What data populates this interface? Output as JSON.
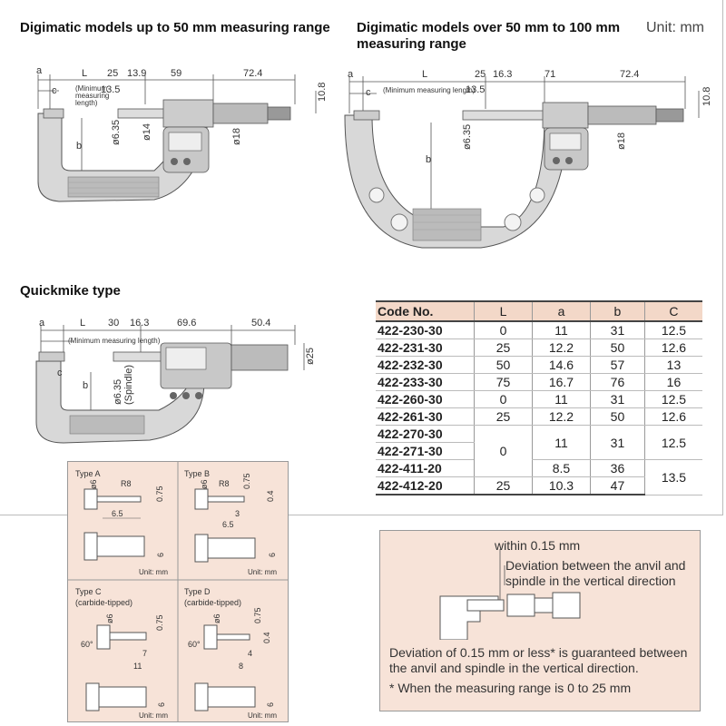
{
  "titles": {
    "left": "Digimatic models up to 50 mm measuring range",
    "right": "Digimatic models over 50 mm to 100 mm measuring range",
    "quickmike": "Quickmike type",
    "unit": "Unit: mm"
  },
  "drawing1": {
    "a": "a",
    "L": "L",
    "c": "c",
    "b": "b",
    "d25": "25",
    "d13_9": "13.9",
    "d59": "59",
    "d72_4": "72.4",
    "d10_8": "10.8",
    "d13_5": "13.5",
    "min_label_1": "(Minimum",
    "min_label_2": "measuring",
    "min_label_3": "length)",
    "phi635": "ø6.35",
    "phi14": "ø14",
    "phi18": "ø18"
  },
  "drawing2": {
    "a": "a",
    "L": "L",
    "c": "c",
    "b": "b",
    "d25": "25",
    "d16_3": "16.3",
    "d71": "71",
    "d72_4": "72.4",
    "d10_8": "10.8",
    "d13_5": "13.5",
    "min_label": "(Minimum measuring length)",
    "phi635": "ø6.35",
    "phi18": "ø18"
  },
  "drawing3": {
    "a": "a",
    "L": "L",
    "c": "c",
    "b": "b",
    "d30": "30",
    "d16_3": "16.3",
    "d69_6": "69.6",
    "d50_4": "50.4",
    "phi25": "ø25",
    "min_label": "(Minimum measuring length)",
    "phi635": "ø6.35",
    "spindle": "(Spindle)"
  },
  "table": {
    "headers": [
      "Code No.",
      "L",
      "a",
      "b",
      "C"
    ],
    "rows": [
      [
        "422-230-30",
        "0",
        "11",
        "31",
        "12.5"
      ],
      [
        "422-231-30",
        "25",
        "12.2",
        "50",
        "12.6"
      ],
      [
        "422-232-30",
        "50",
        "14.6",
        "57",
        "13"
      ],
      [
        "422-233-30",
        "75",
        "16.7",
        "76",
        "16"
      ],
      [
        "422-260-30",
        "0",
        "11",
        "31",
        "12.5"
      ],
      [
        "422-261-30",
        "25",
        "12.2",
        "50",
        "12.6"
      ]
    ],
    "merged": {
      "codes": [
        "422-270-30",
        "422-271-30",
        "422-411-20",
        "422-412-20"
      ],
      "L_top": "0",
      "L_bottom": "25",
      "a_top": "11",
      "a_r3": "8.5",
      "a_r4": "10.3",
      "b_top": "31",
      "b_r3": "36",
      "b_r4": "47",
      "C_top": "12.5",
      "C_bottom": "13.5"
    }
  },
  "types": {
    "a": {
      "title": "Type A",
      "phi6": "ø6",
      "r8": "R8",
      "d075": "0.75",
      "d6_5": "6.5",
      "d6": "6",
      "unit": "Unit: mm"
    },
    "b": {
      "title": "Type B",
      "phi6": "ø6",
      "r8": "R8",
      "d075": "0.75",
      "d04": "0.4",
      "d3": "3",
      "d6_5": "6.5",
      "d6": "6",
      "unit": "Unit: mm"
    },
    "c": {
      "title": "Type C",
      "sub": "(carbide-tipped)",
      "phi6": "ø6",
      "d075": "0.75",
      "deg": "60°",
      "d7": "7",
      "d11": "11",
      "d6": "6",
      "unit": "Unit: mm"
    },
    "d": {
      "title": "Type D",
      "sub": "(carbide-tipped)",
      "phi6": "ø6",
      "d075": "0.75",
      "d04": "0.4",
      "deg": "60°",
      "d4": "4",
      "d8": "8",
      "d6": "6",
      "unit": "Unit: mm"
    }
  },
  "note": {
    "within": "within 0.15 mm",
    "dev1": "Deviation between the anvil and",
    "dev2": "spindle in the vertical direction",
    "body1": "Deviation of 0.15 mm or less* is guaranteed between",
    "body2": "the anvil and spindle in the vertical direction.",
    "foot": "* When the measuring range is 0 to 25 mm"
  }
}
